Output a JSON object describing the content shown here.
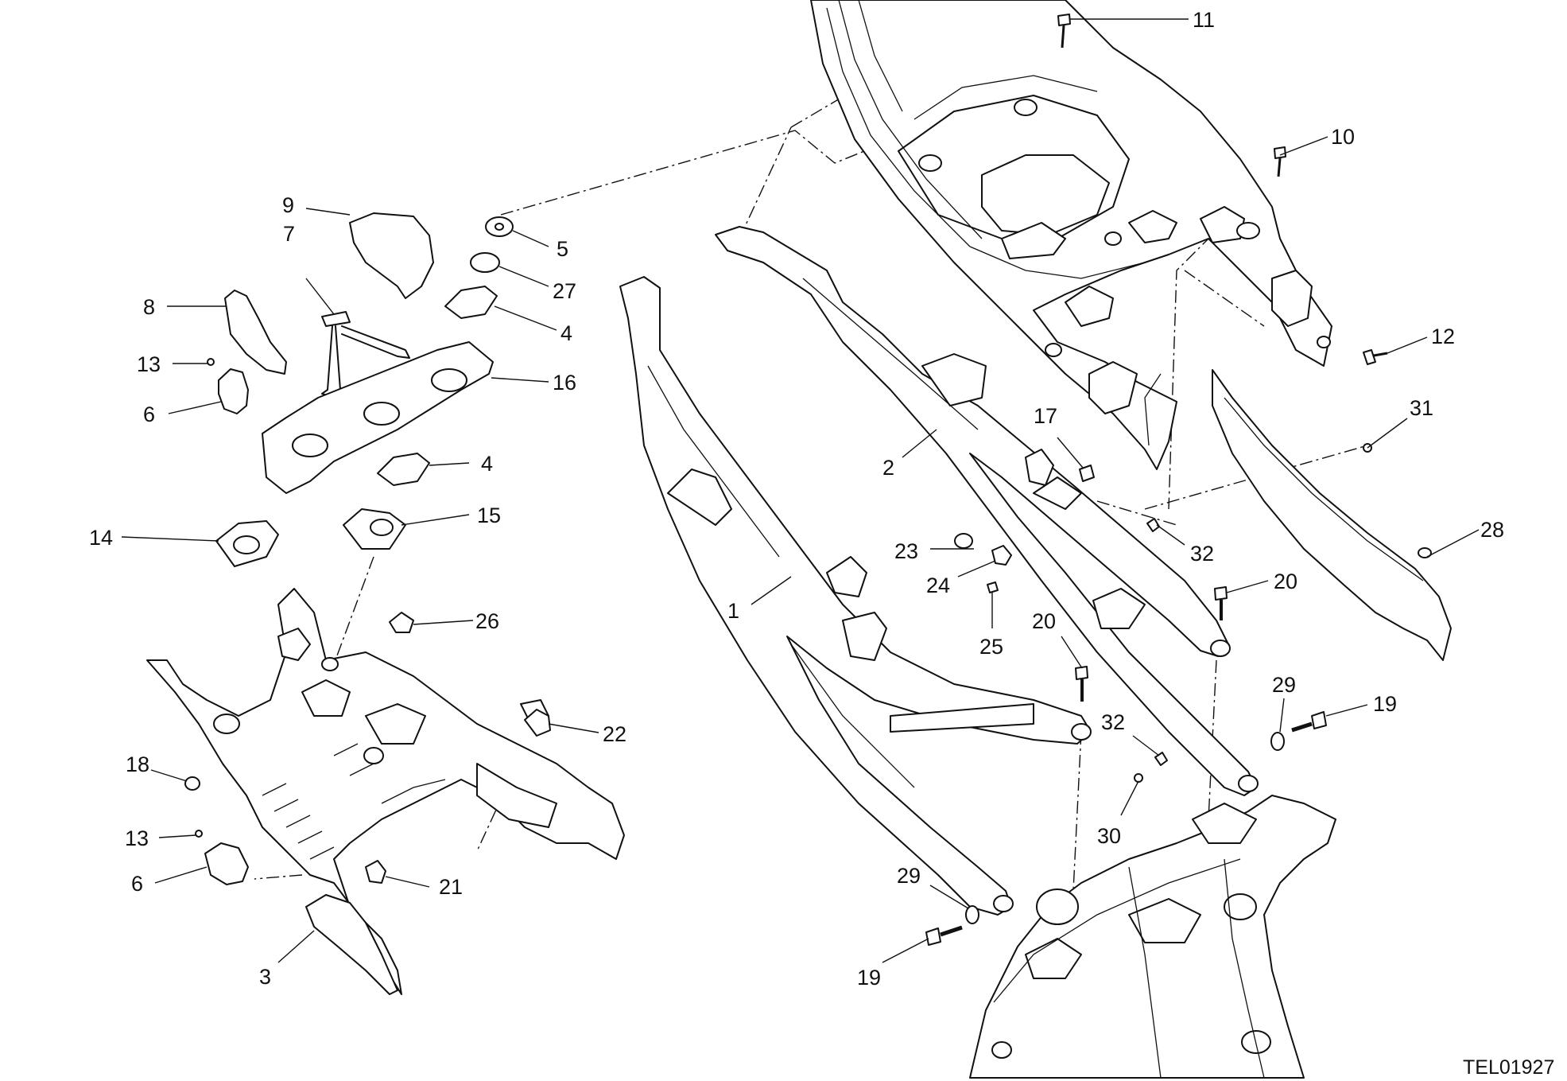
{
  "drawing_code": "TEL01927",
  "callouts": {
    "c1": "1",
    "c2": "2",
    "c3": "3",
    "c4a": "4",
    "c4b": "4",
    "c5": "5",
    "c6a": "6",
    "c6b": "6",
    "c7": "7",
    "c8": "8",
    "c9": "9",
    "c10": "10",
    "c11": "11",
    "c12": "12",
    "c13a": "13",
    "c13b": "13",
    "c14": "14",
    "c15": "15",
    "c16": "16",
    "c17": "17",
    "c18": "18",
    "c19a": "19",
    "c19b": "19",
    "c20a": "20",
    "c20b": "20",
    "c21": "21",
    "c22": "22",
    "c23": "23",
    "c24": "24",
    "c25": "25",
    "c26": "26",
    "c27": "27",
    "c28": "28",
    "c29a": "29",
    "c29b": "29",
    "c30": "30",
    "c31": "31",
    "c32a": "32",
    "c32b": "32"
  }
}
